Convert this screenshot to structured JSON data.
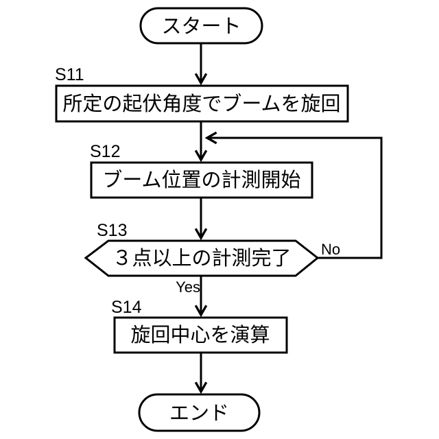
{
  "flowchart": {
    "nodes": {
      "start": {
        "type": "terminator",
        "label": "スタート"
      },
      "s11": {
        "type": "process",
        "step": "S11",
        "label": "所定の起伏角度でブームを旋回"
      },
      "s12": {
        "type": "process",
        "step": "S12",
        "label": "ブーム位置の計測開始"
      },
      "s13": {
        "type": "decision",
        "step": "S13",
        "label": "３点以上の計測完了"
      },
      "s14": {
        "type": "process",
        "step": "S14",
        "label": "旋回中心を演算"
      },
      "end": {
        "type": "terminator",
        "label": "エンド"
      }
    },
    "branch_labels": {
      "yes": "Yes",
      "no": "No"
    },
    "colors": {
      "line": "#000000",
      "background": "#ffffff",
      "node_fill": "#ffffff"
    }
  }
}
